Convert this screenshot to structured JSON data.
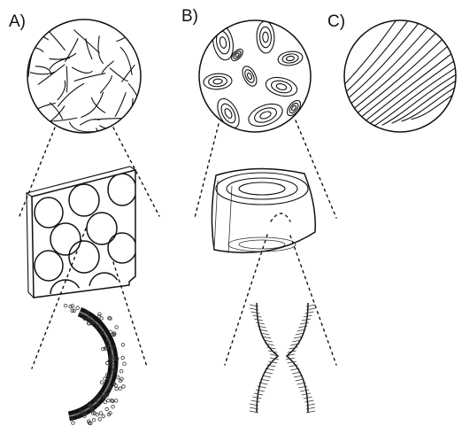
{
  "panels": {
    "a": {
      "label": "A)"
    },
    "b": {
      "label": "B)"
    },
    "c": {
      "label": "C)"
    }
  },
  "colors": {
    "ink": "#111111",
    "background": "#ffffff"
  }
}
